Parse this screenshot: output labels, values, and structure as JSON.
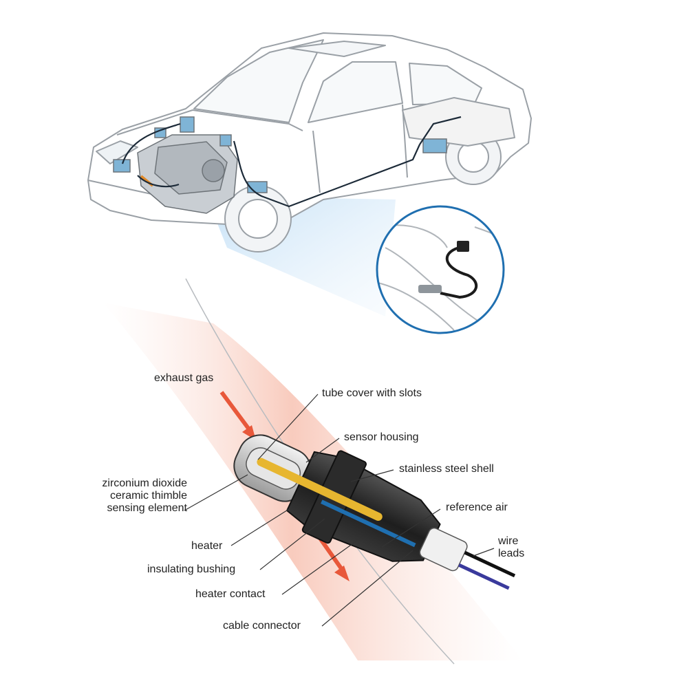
{
  "labels": {
    "exhaust_gas": "exhaust gas",
    "tube_cover": "tube cover with slots",
    "sensor_housing": "sensor housing",
    "stainless_shell": "stainless steel shell",
    "zirconium": "zirconium dioxide\nceramic thimble\nsensing element",
    "reference_air": "reference air",
    "wire_leads": "wire\nleads",
    "heater": "heater",
    "insulating_bushing": "insulating bushing",
    "heater_contact": "heater contact",
    "cable_connector": "cable connector"
  },
  "colors": {
    "car_line": "#9aa0a6",
    "accent_blue": "#1f6fb0",
    "exhaust_red": "#e8583a",
    "heater_yellow": "#e7b630",
    "wire_blue": "#3a3a9c"
  }
}
